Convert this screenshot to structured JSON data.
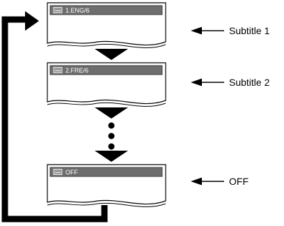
{
  "screens": [
    {
      "osd_text": "1.ENG/6",
      "icon": "subtitle-icon",
      "callout": "Subtitle 1"
    },
    {
      "osd_text": "2.FRE/6",
      "icon": "subtitle-icon",
      "callout": "Subtitle 2"
    },
    {
      "osd_text": "OFF",
      "icon": "subtitle-icon",
      "callout": "OFF"
    }
  ],
  "colors": {
    "osd_bar": "#6e6e6e",
    "arrow": "#000000"
  }
}
